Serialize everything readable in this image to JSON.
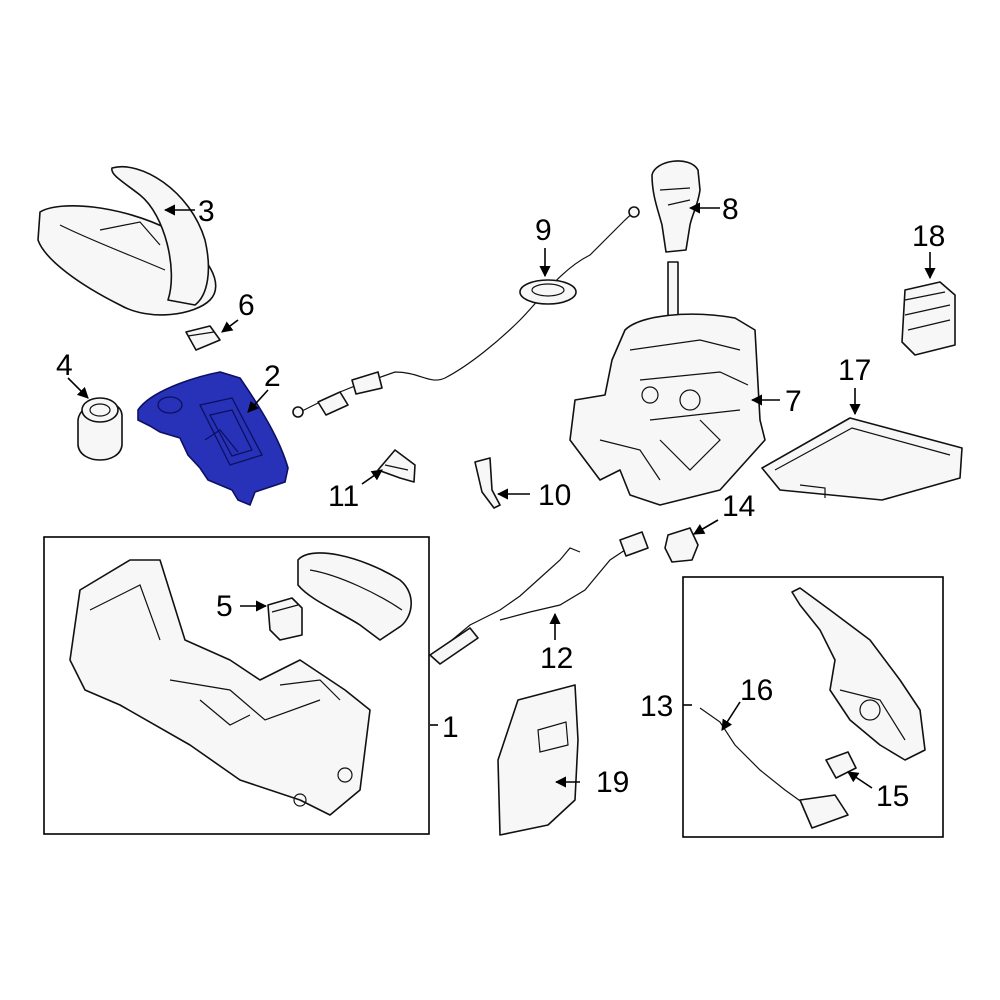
{
  "diagram": {
    "highlight_color": "#2732b8",
    "callouts": {
      "c1": "1",
      "c2": "2",
      "c3": "3",
      "c4": "4",
      "c5": "5",
      "c6": "6",
      "c7": "7",
      "c8": "8",
      "c9": "9",
      "c10": "10",
      "c11": "11",
      "c12": "12",
      "c13": "13",
      "c14": "14",
      "c15": "15",
      "c16": "16",
      "c17": "17",
      "c18": "18",
      "c19": "19"
    }
  }
}
